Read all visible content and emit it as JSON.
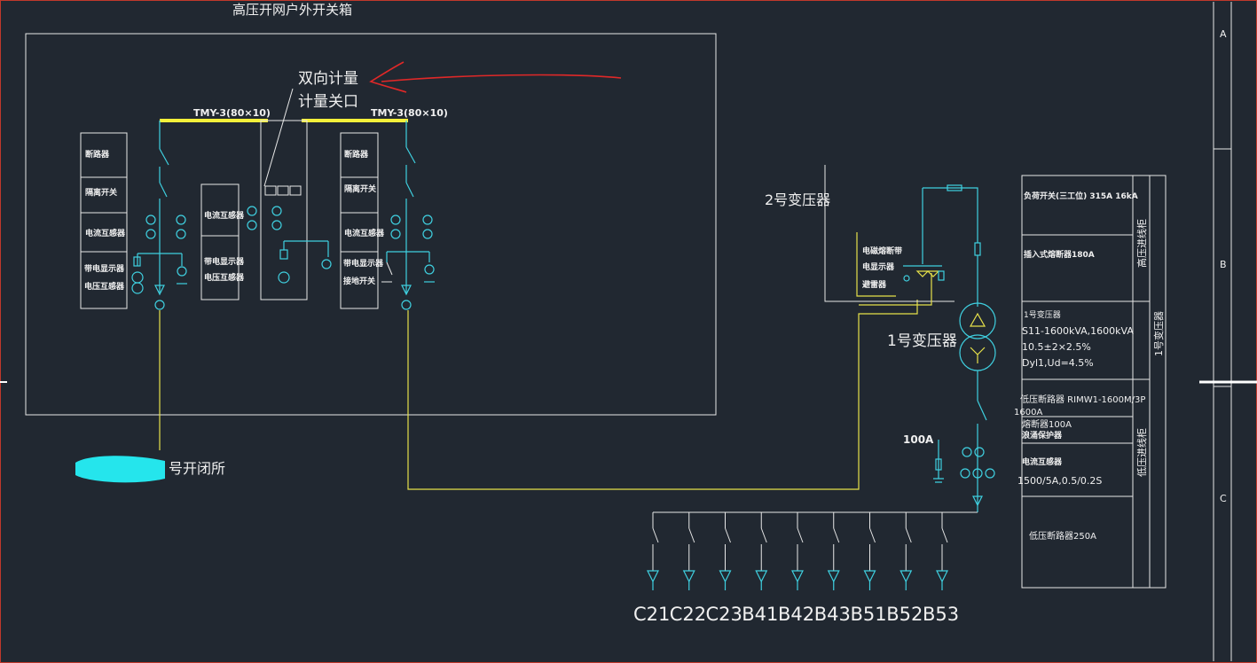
{
  "title": "高压开网户外开关箱",
  "annotation": {
    "line1": "双向计量",
    "line2": "计量关口"
  },
  "busbar_left": "TMY-3(80×10)",
  "busbar_right": "TMY-3(80×10)",
  "cabinet_left": [
    "断路器",
    "隔离开关",
    "电流互感器",
    "带电显示器",
    "电压互感器"
  ],
  "cabinet_mid": [
    "电流互感器",
    "带电显示器",
    "电压互感器"
  ],
  "cabinet_right": [
    "断路器",
    "隔离开关",
    "电流互感器",
    "带电显示器",
    "接地开关"
  ],
  "source_label": "号开闭所",
  "transformer2": "2号变压器",
  "transformer1": "1号变压器",
  "surge_box": [
    "电磁熔断带",
    "电显示器",
    "避雷器"
  ],
  "breaker_100a": "100A",
  "spec_table": {
    "hv_rows": [
      {
        "text": "负荷开关(三工位)  315A  16kA"
      },
      {
        "text": "插入式熔断器180A"
      }
    ],
    "hv_side": "高压进线柜",
    "tr_rows": [
      "1号变压器",
      "S11-1600kVA,1600kVA",
      "10.5±2×2.5%",
      "Dyl1,Ud=4.5%"
    ],
    "tr_side": "1号变压器",
    "lv_rows": [
      {
        "a": "低压断路器 RIMW1-1600M/3P",
        "b": "1600A"
      },
      {
        "a": "熔断器100A",
        "b": "浪涌保护器"
      },
      {
        "a": "电流互感器",
        "b": "1500/5A,0.5/0.2S"
      },
      {
        "a": "低压断路器250A",
        "b": ""
      }
    ],
    "lv_side": "低压进线柜"
  },
  "feeders": [
    "C21",
    "C22",
    "C23",
    "B41",
    "B42",
    "B43",
    "B51",
    "B52",
    "B53"
  ],
  "zones": [
    "A",
    "B",
    "C"
  ],
  "colors": {
    "background": "#212831",
    "cyan": "#3fd0e0",
    "yellow": "#e6e14a",
    "red": "#e02828",
    "white": "#e8e8e8"
  }
}
